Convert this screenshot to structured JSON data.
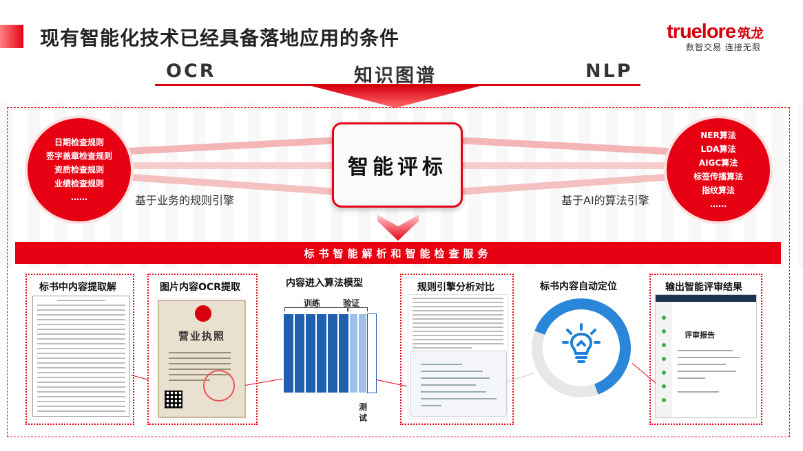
{
  "header": {
    "title": "现有智能化技术已经具备落地应用的条件",
    "logo_main": "truelore",
    "logo_cn": "筑龙",
    "logo_sub": "数智交易 连接无限"
  },
  "technologies": [
    "OCR",
    "知识图谱",
    "NLP"
  ],
  "center": {
    "title": "智能评标"
  },
  "left_engine": {
    "items": [
      "日期检查规则",
      "签字盖章检查规则",
      "资质检查规则",
      "业绩检查规则",
      "……"
    ],
    "caption": "基于业务的规则引擎"
  },
  "right_engine": {
    "items": [
      "NER算法",
      "LDA算法",
      "AIGC算法",
      "标签传播算法",
      "指纹算法",
      "……"
    ],
    "caption": "基于AI的算法引擎"
  },
  "service_bar": "标书智能解析和智能检查服务",
  "steps": [
    {
      "title": "标书中内容提取解"
    },
    {
      "title": "图片内容OCR提取"
    },
    {
      "title": "内容进入算法模型"
    },
    {
      "title": "规则引擎分析对比"
    },
    {
      "title": "标书内容自动定位"
    },
    {
      "title": "输出智能评审结果"
    }
  ],
  "model": {
    "train": "训练",
    "valid": "验证",
    "test": "测试"
  },
  "license_heading": "营业执照",
  "report_heading": "评审报告",
  "colors": {
    "brand": "#e60012",
    "model_train": "#1f5fb0",
    "model_valid": "#9cc0e8",
    "ring": "#2a86d8"
  }
}
